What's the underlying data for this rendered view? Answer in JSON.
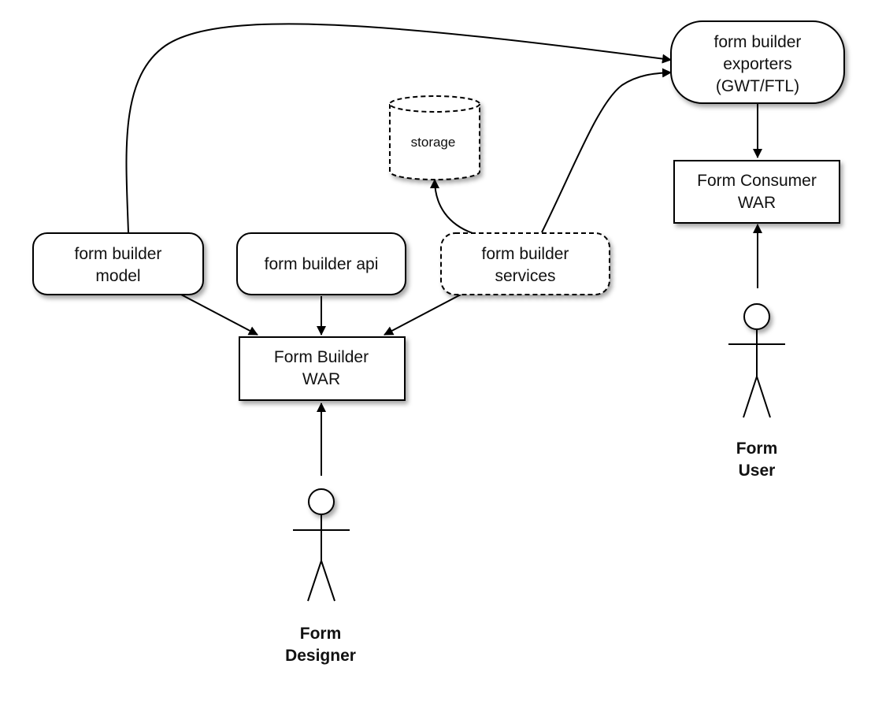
{
  "nodes": {
    "exporters": [
      "form builder",
      "exporters",
      "(GWT/FTL)"
    ],
    "storage": [
      "storage"
    ],
    "consumer_war": [
      "Form Consumer",
      "WAR"
    ],
    "model": [
      "form builder",
      "model"
    ],
    "api": [
      "form builder api"
    ],
    "services": [
      "form builder",
      "services"
    ],
    "builder_war": [
      "Form Builder",
      "WAR"
    ]
  },
  "actors": {
    "user": [
      "Form",
      "User"
    ],
    "designer": [
      "Form",
      "Designer"
    ]
  },
  "edges": [
    {
      "from": "model",
      "to": "exporters"
    },
    {
      "from": "services",
      "to": "exporters"
    },
    {
      "from": "services",
      "to": "storage"
    },
    {
      "from": "exporters",
      "to": "consumer_war"
    },
    {
      "from": "user",
      "to": "consumer_war"
    },
    {
      "from": "model",
      "to": "builder_war"
    },
    {
      "from": "api",
      "to": "builder_war"
    },
    {
      "from": "services",
      "to": "builder_war"
    },
    {
      "from": "designer",
      "to": "builder_war"
    }
  ]
}
